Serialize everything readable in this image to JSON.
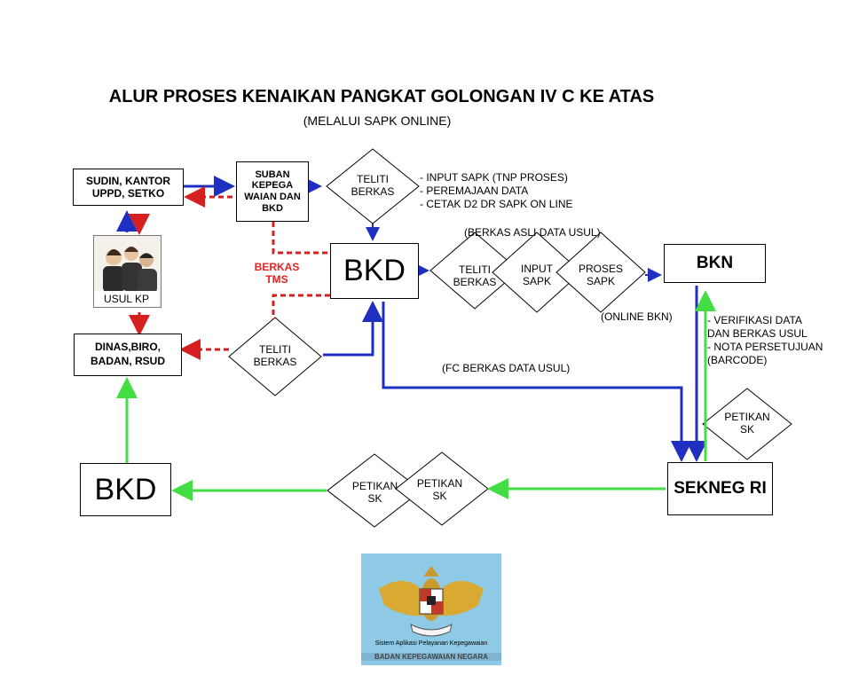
{
  "title": "ALUR PROSES KENAIKAN PANGKAT GOLONGAN IV C KE ATAS",
  "subtitle": "(MELALUI SAPK ONLINE)",
  "boxes": {
    "sudin": "SUDIN, KANTOR UPPD, SETKO",
    "suban": "SUBAN KEPEGA WAIAN DAN BKD",
    "bkd_center": "BKD",
    "bkn": "BKN",
    "dinas": "DINAS,BIRO, BADAN, RSUD",
    "bkd_bottom": "BKD",
    "sekneg": "SEKNEG RI"
  },
  "diamonds": {
    "teliti_top": "TELITI BERKAS",
    "teliti_mid": "TELITI BERKAS",
    "input_sapk": "INPUT SAPK",
    "proses_sapk": "PROSES SAPK",
    "teliti_left": "TELITI BERKAS",
    "petikan_right": "PETIKAN SK",
    "petikan_bottom_1": "PETIKAN SK",
    "petikan_bottom_2": "PETIKAN SK"
  },
  "notes": {
    "bkd_tasks": [
      "-   INPUT SAPK (TNP PROSES)",
      "-   PEREMAJAAN DATA",
      "-   CETAK D2 DR SAPK ON LINE"
    ],
    "berkas_asli": "(BERKAS ASLI DATA USUL)",
    "online_bkn": "(ONLINE BKN)",
    "bkn_tasks": [
      "-  VERIFIKASI DATA",
      "   DAN BERKAS USUL",
      "-  NOTA PERSETUJUAN",
      "   (BARCODE)"
    ],
    "fc_berkas": "(FC BERKAS DATA USUL)",
    "berkas_tms": "BERKAS TMS",
    "usul_kp": "USUL KP"
  },
  "emblem": {
    "caption": "Sistem Aplikasi Pelayanan Kepegawaian",
    "agency": "BADAN KEPEGAWAIAN NEGARA",
    "icon": "garuda-emblem-icon"
  },
  "colors": {
    "blue": "#1f2fbf",
    "red": "#d62020",
    "green": "#44dd44"
  }
}
